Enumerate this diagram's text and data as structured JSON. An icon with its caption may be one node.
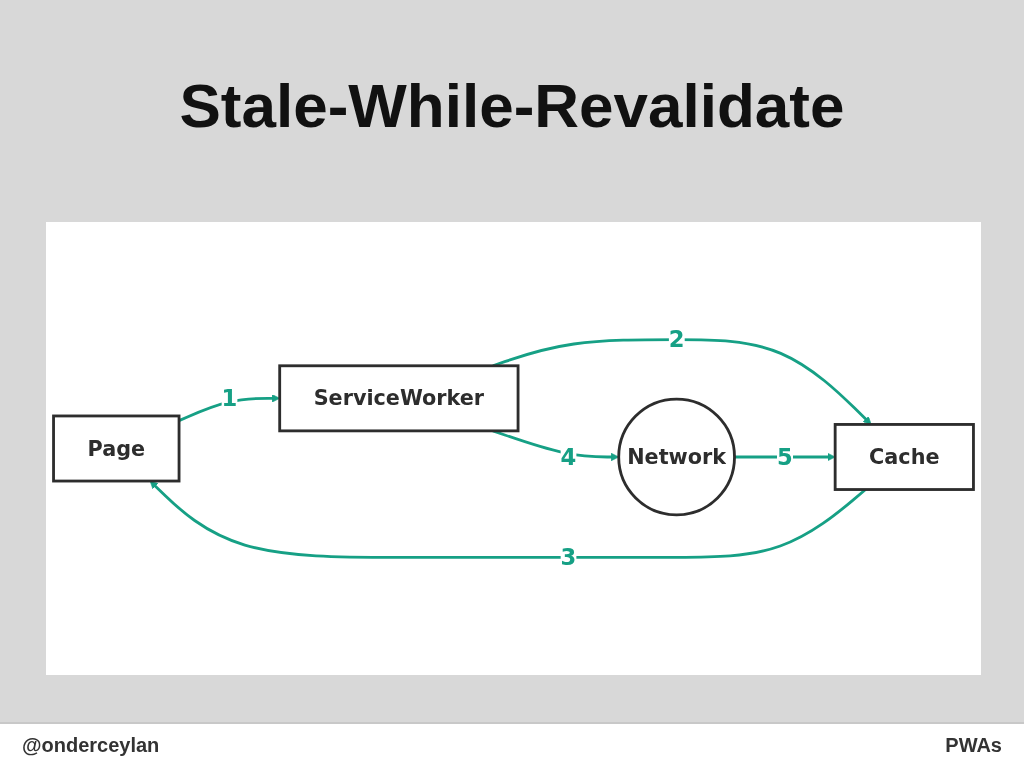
{
  "diagram": {
    "title": "Stale-While-Revalidate",
    "nodes": [
      {
        "text": [
          "Page"
        ]
      },
      {
        "text": [
          "Cache"
        ]
      },
      {
        "text": [
          "ServiceWorker"
        ]
      },
      {
        "text": [
          "Network"
        ]
      }
    ],
    "edges": [
      {
        "from": 0,
        "to": 2,
        "arrow": "to",
        "label": "1"
      },
      {
        "from": 2,
        "to": 1,
        "arrow": "to",
        "label": "2"
      },
      {
        "from": 1,
        "to": 0,
        "arrow": "to",
        "label": "3"
      },
      {
        "from": 2,
        "to": 3,
        "arrow": "to",
        "label": "4"
      },
      {
        "from": 3,
        "to": 1,
        "arrow": "to",
        "label": "5"
      }
    ],
    "labels": [
      "@onderceylan",
      "PWAs"
    ]
  }
}
